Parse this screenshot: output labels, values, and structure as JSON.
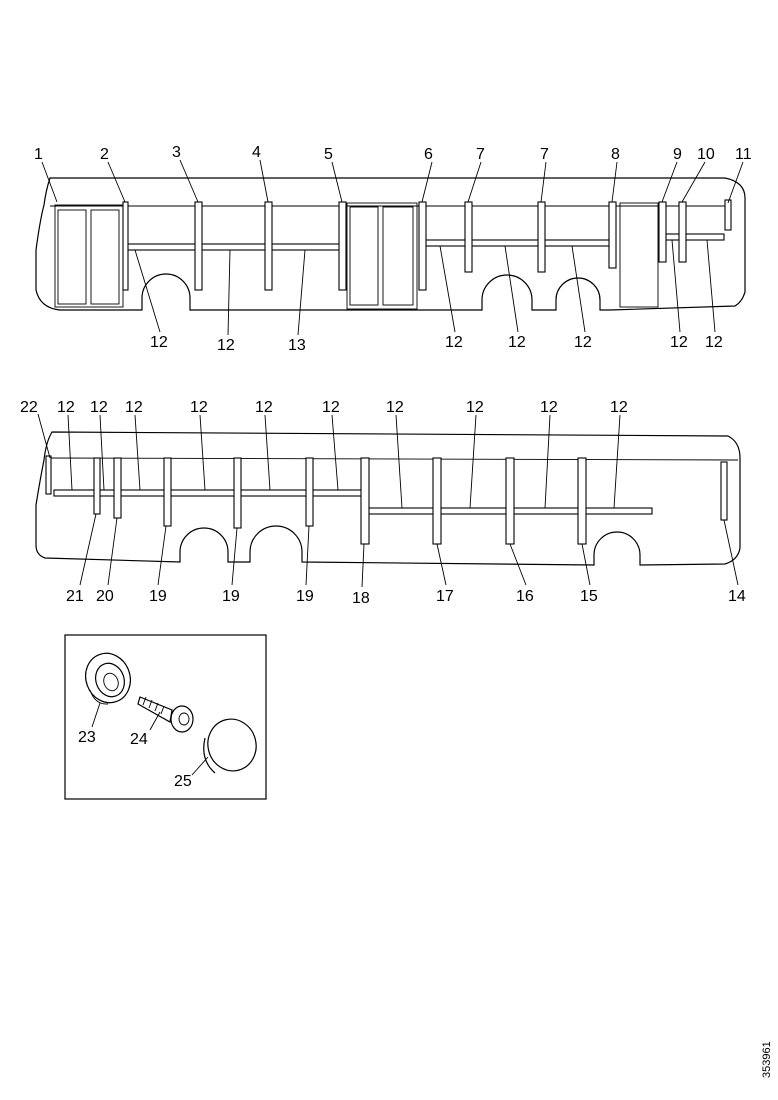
{
  "diagram": {
    "upper_labels_top": [
      "1",
      "2",
      "3",
      "4",
      "5",
      "6",
      "7",
      "7",
      "8",
      "9",
      "10",
      "11"
    ],
    "upper_labels_bottom": [
      "12",
      "12",
      "13",
      "12",
      "12",
      "12",
      "12",
      "12"
    ],
    "lower_labels_top": [
      "22",
      "12",
      "12",
      "12",
      "12",
      "12",
      "12",
      "12",
      "12",
      "12",
      "12"
    ],
    "lower_labels_bottom": [
      "21",
      "20",
      "19",
      "19",
      "19",
      "18",
      "17",
      "16",
      "15",
      "14"
    ],
    "detail_labels": [
      "23",
      "24",
      "25"
    ],
    "document_id": "353961"
  }
}
